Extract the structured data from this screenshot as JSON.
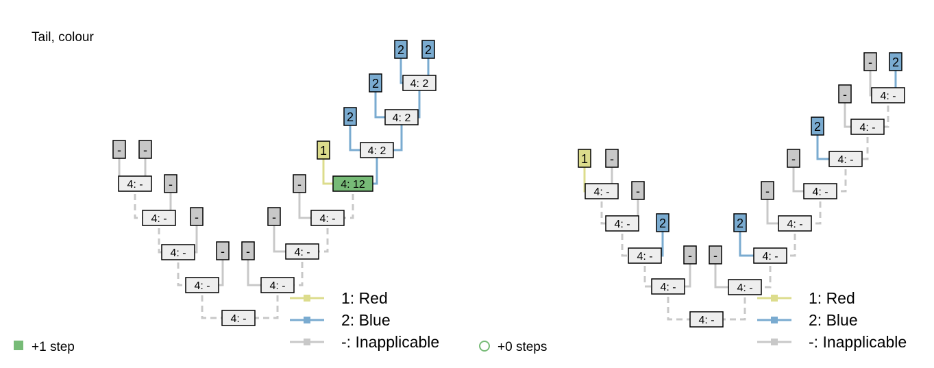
{
  "title": "Tail, colour",
  "colors": {
    "red": "#dcdc8c",
    "blue": "#7aabd0",
    "inapplicable": "#c8c8c8",
    "node_fill": "#eeeeee",
    "leaf_inapplicable_fill": "#c8c8c8",
    "step_green": "#77bb77"
  },
  "legend": [
    {
      "label": "1: Red",
      "color": "#dcdc8c"
    },
    {
      "label": "2: Blue",
      "color": "#7aabd0"
    },
    {
      "label": "-: Inapplicable",
      "color": "#c8c8c8"
    }
  ],
  "step_legend": {
    "plus_one": "+1 step",
    "plus_zero": "+0 steps"
  },
  "trees": [
    {
      "name": "left",
      "leaves": [
        "-",
        "-",
        "-",
        "-",
        "-",
        "-",
        "-",
        "-",
        "1",
        "2",
        "2",
        "2",
        "2"
      ],
      "internal": [
        "4: -",
        "4: -",
        "4: -",
        "4: -",
        "4: -",
        "4: -",
        "4: -",
        "4: -",
        "4: 12",
        "4: 2",
        "4: 2",
        "4: 2"
      ],
      "highlight": "4: 12"
    },
    {
      "name": "right",
      "leaves": [
        "1",
        "-",
        "-",
        "2",
        "-",
        "-",
        "2",
        "-",
        "-",
        "2",
        "-",
        "-",
        "2"
      ],
      "internal": [
        "4: -",
        "4: -",
        "4: -",
        "4: -",
        "4: -",
        "4: -",
        "4: -",
        "4: -",
        "4: -",
        "4: -",
        "4: -",
        "4: -"
      ]
    }
  ]
}
